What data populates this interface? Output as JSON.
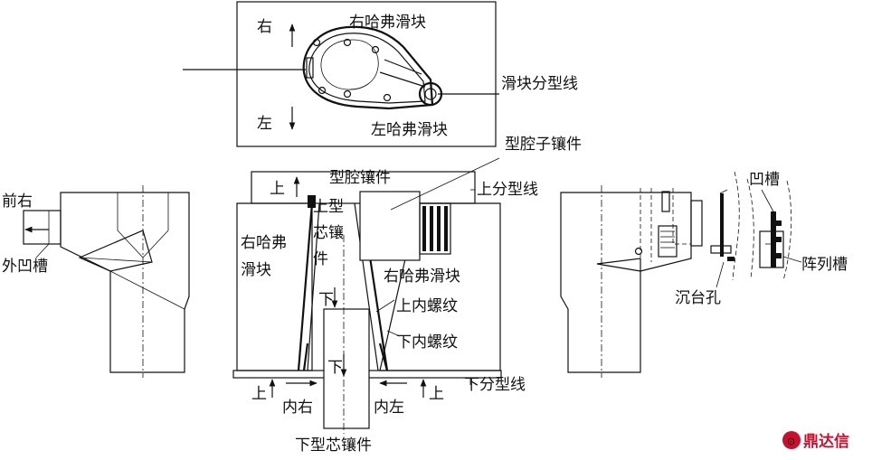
{
  "top_view": {
    "label_right": "右",
    "label_left": "左",
    "label_right_slider": "右哈弗滑块",
    "label_left_slider": "左哈弗滑块",
    "label_parting_line": "滑块分型线"
  },
  "left_view": {
    "label_front_right": "前右",
    "label_outer_groove": "外凹槽"
  },
  "center_view": {
    "label_up_top": "上",
    "label_cavity_insert": "型腔镶件",
    "label_cavity_sub_insert": "型腔子镶件",
    "label_upper_parting_line": "上分型线",
    "label_right_slider_side_1": "右哈弗",
    "label_right_slider_side_2": "滑块",
    "label_upper_core_1": "上型",
    "label_upper_core_2": "芯镶",
    "label_upper_core_3": "件",
    "label_right_slider_inner": "右哈弗滑块",
    "label_down_core": "下",
    "label_upper_thread": "上内螺纹",
    "label_lower_thread": "下内螺纹",
    "label_down_inner": "下",
    "label_up_left": "上",
    "label_inner_right": "内右",
    "label_inner_left": "内左",
    "label_up_right": "上",
    "label_lower_parting_line": "下分型线",
    "label_lower_core_insert": "下型芯镶件"
  },
  "right_view": {
    "label_groove": "凹槽",
    "label_array_groove": "阵列槽",
    "label_counterbore": "沉台孔"
  },
  "watermark": {
    "text": "鼎达信",
    "color": "#c8102e"
  }
}
